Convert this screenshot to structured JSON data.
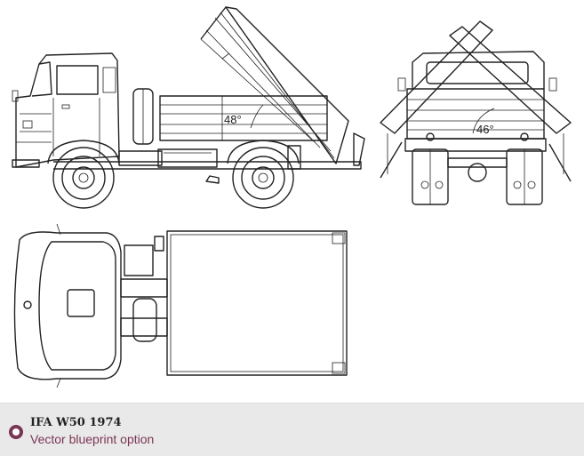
{
  "blueprint": {
    "side_angle_label": "48°",
    "rear_angle_label": "46°"
  },
  "caption": {
    "title": "IFA W50 1974",
    "subtitle": "Vector blueprint option"
  },
  "colors": {
    "accent": "#7a3553",
    "caption_background": "#e9e9e9",
    "line": "#222222"
  }
}
